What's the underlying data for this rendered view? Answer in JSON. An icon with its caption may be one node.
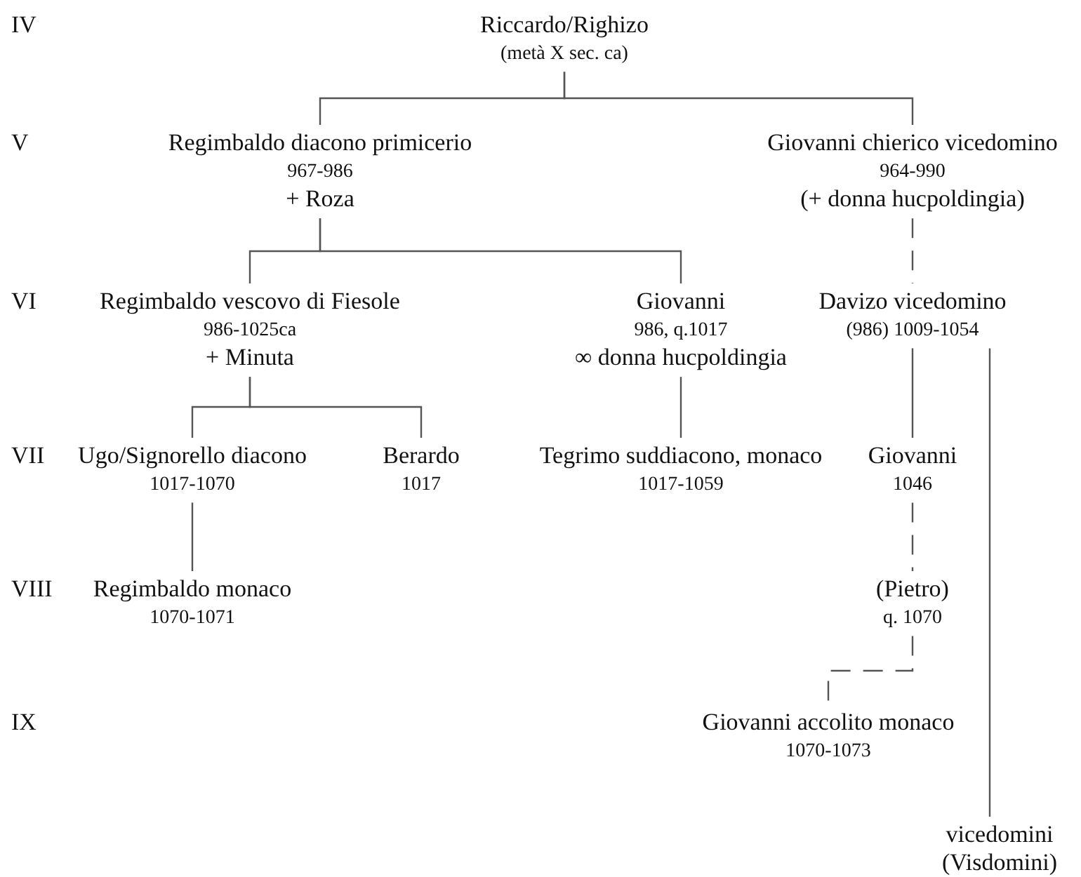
{
  "diagram": {
    "nodes": [
      {
        "text": [
          "Riccardo/Righizo",
          "(metà X sec. ca)"
        ]
      },
      {
        "text": [
          "Regimbaldo diacono primicerio",
          "967-986",
          "+ Roza"
        ]
      },
      {
        "text": [
          "Giovanni chierico vicedomino",
          "964-990",
          "(+ donna hucpoldingia)"
        ]
      },
      {
        "text": [
          "Regimbaldo vescovo di Fiesole",
          "986-1025ca",
          "+ Minuta"
        ]
      },
      {
        "text": [
          "Giovanni",
          "986, q.1017",
          "∞ donna hucpoldingia"
        ]
      },
      {
        "text": [
          "Davizo vicedomino",
          "(986) 1009-1054"
        ]
      },
      {
        "text": [
          "Ugo/Signorello diacono",
          "1017-1070"
        ]
      },
      {
        "text": [
          "Berardo",
          "1017"
        ]
      },
      {
        "text": [
          "Tegrimo suddiacono, monaco",
          "1017-1059"
        ]
      },
      {
        "text": [
          "Giovanni",
          "1046"
        ]
      },
      {
        "text": [
          "Regimbaldo monaco",
          "1070-1071"
        ]
      },
      {
        "text": [
          "(Pietro)",
          "q. 1070"
        ]
      },
      {
        "text": [
          "Giovanni accolito monaco",
          "1070-1073"
        ]
      },
      {
        "text": [
          "vicedomini (Visdomini)"
        ]
      }
    ],
    "edges": [
      {
        "from": 0,
        "to": 1,
        "arrow": "none"
      },
      {
        "from": 0,
        "to": 2,
        "arrow": "none"
      },
      {
        "from": 1,
        "to": 3,
        "arrow": "none"
      },
      {
        "from": 1,
        "to": 4,
        "arrow": "none"
      },
      {
        "from": 2,
        "to": 5,
        "arrow": "none",
        "style": "dashed"
      },
      {
        "from": 3,
        "to": 6,
        "arrow": "none"
      },
      {
        "from": 3,
        "to": 7,
        "arrow": "none"
      },
      {
        "from": 4,
        "to": 8,
        "arrow": "none"
      },
      {
        "from": 5,
        "to": 9,
        "arrow": "none"
      },
      {
        "from": 5,
        "to": 13,
        "arrow": "none"
      },
      {
        "from": 6,
        "to": 10,
        "arrow": "none"
      },
      {
        "from": 9,
        "to": 11,
        "arrow": "none",
        "style": "dashed"
      },
      {
        "from": 11,
        "to": 12,
        "arrow": "none",
        "style": "dashed"
      }
    ],
    "labels": [
      "IV",
      "V",
      "VI",
      "VII",
      "VIII",
      "IX"
    ]
  }
}
